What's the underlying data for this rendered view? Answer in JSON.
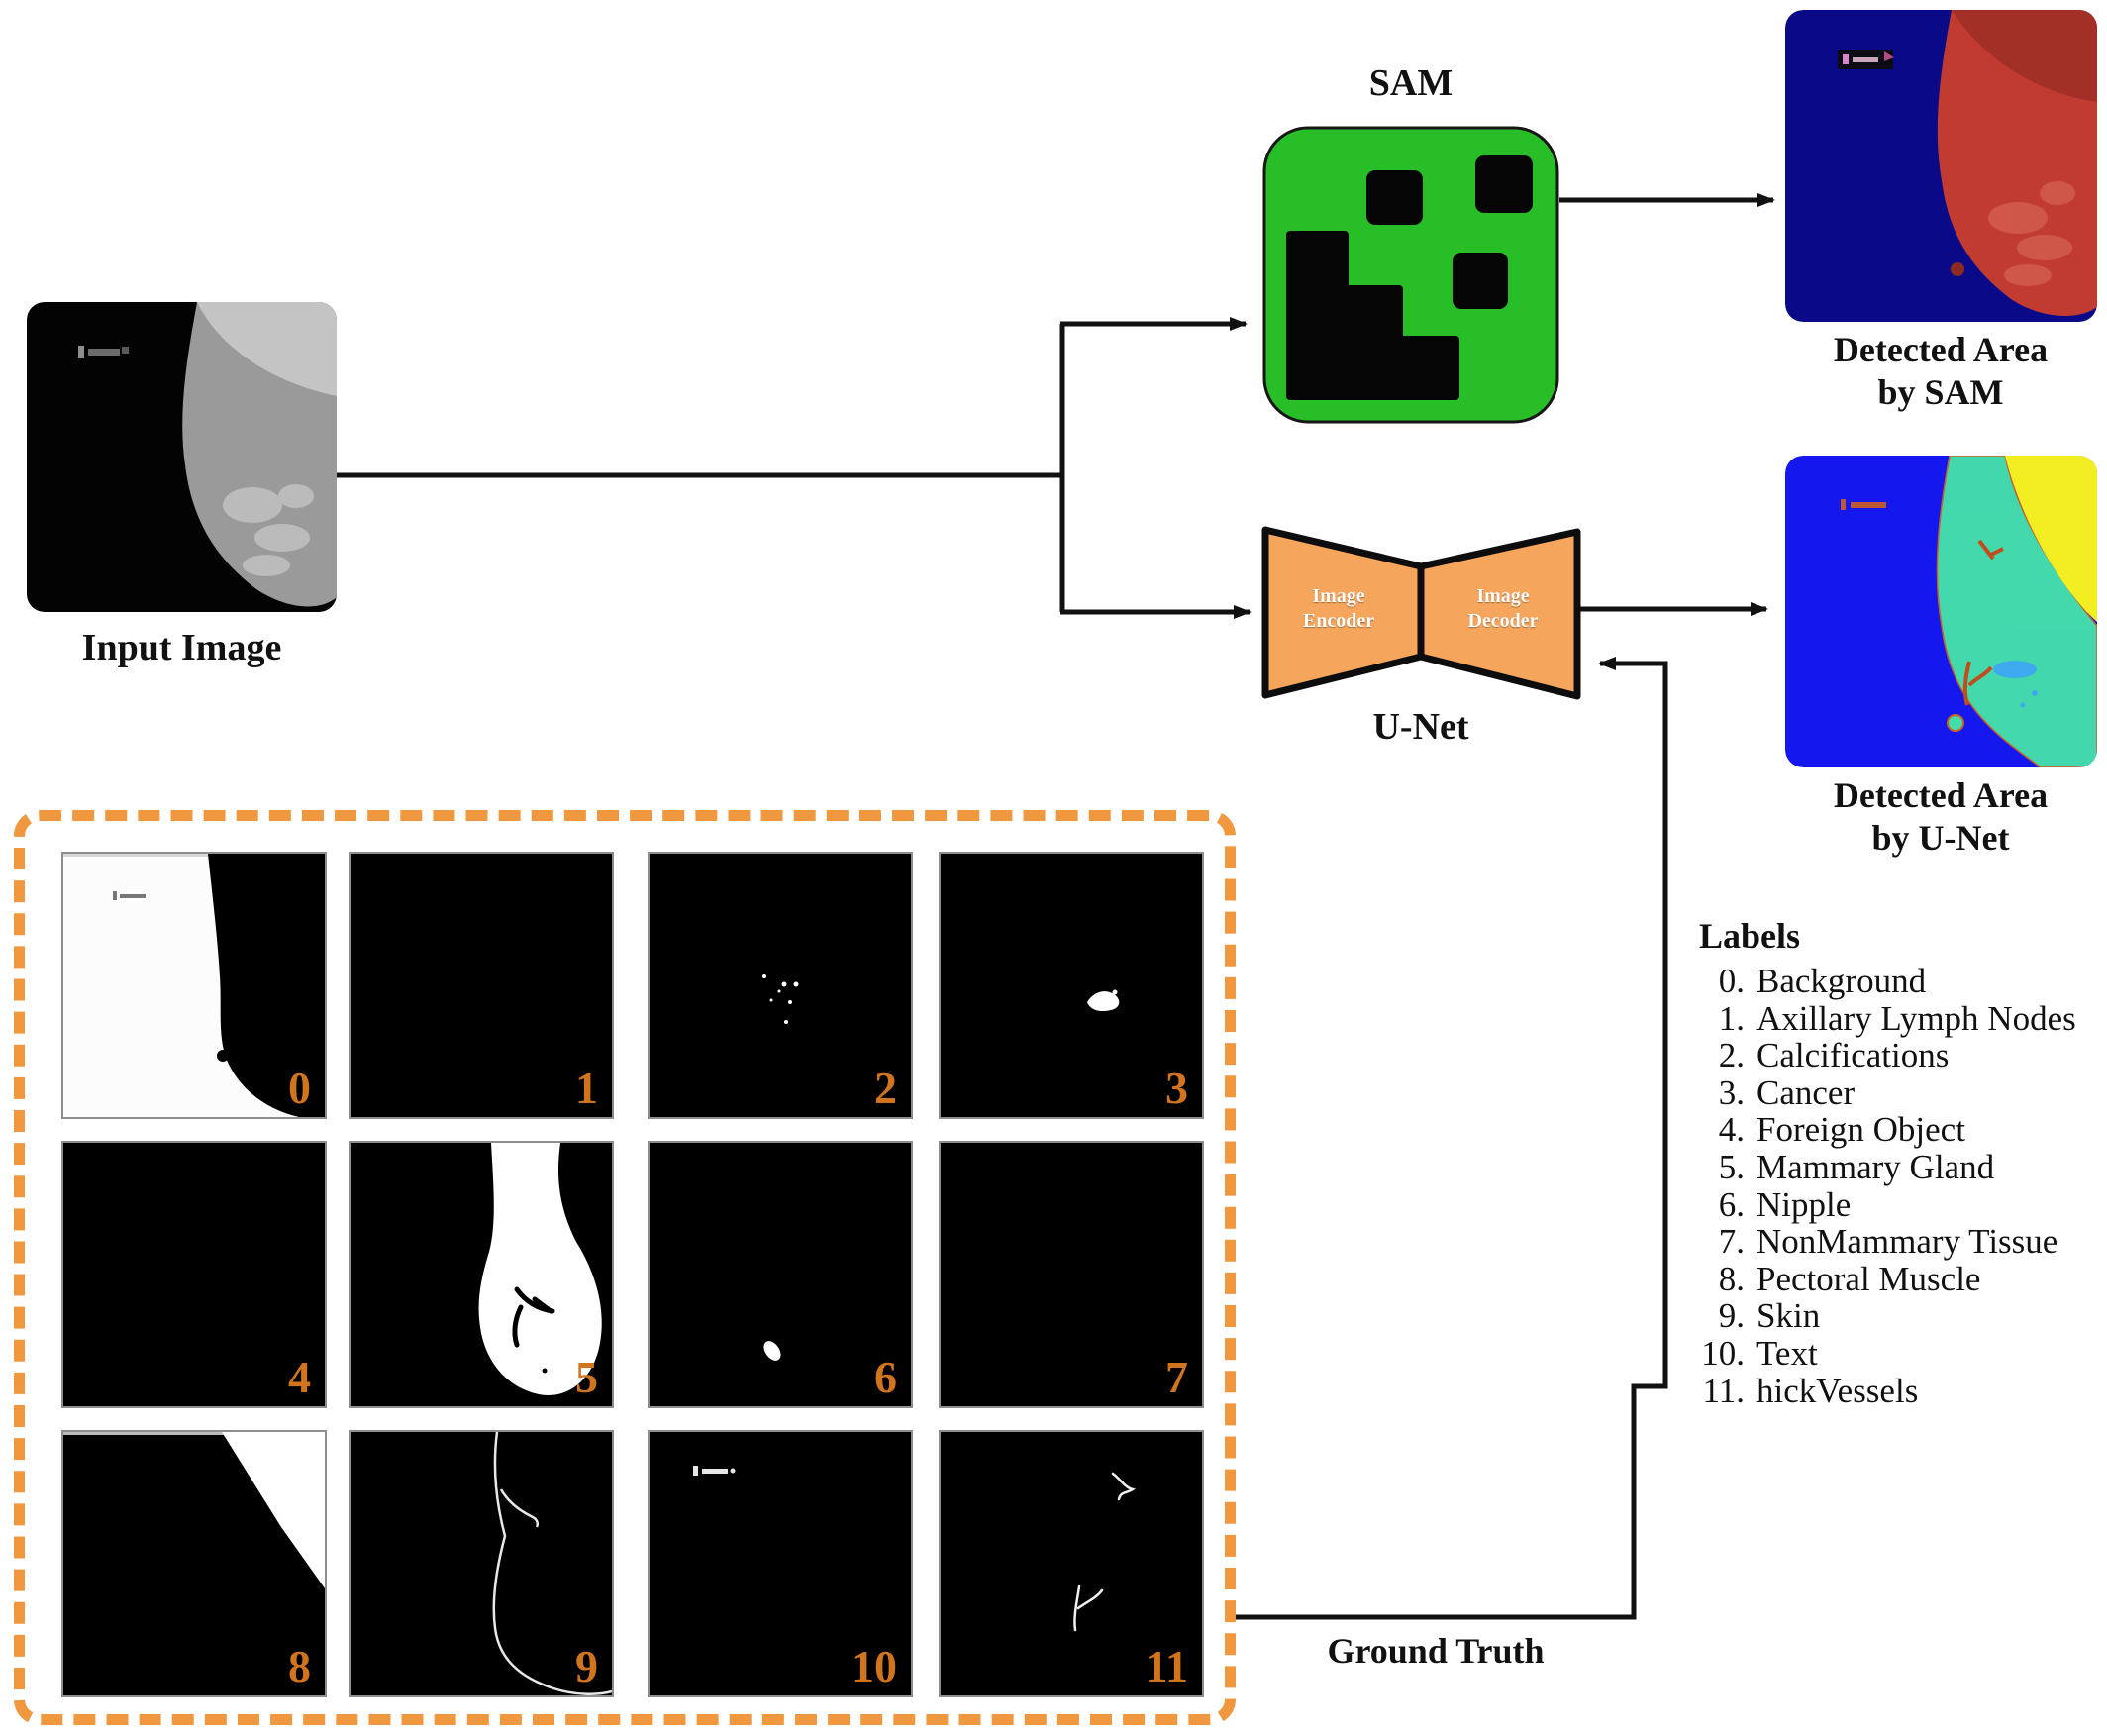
{
  "figure": {
    "input": {
      "caption": "Input Image"
    },
    "sam": {
      "title": "SAM",
      "result_caption": "Detected Area\nby SAM"
    },
    "unet": {
      "encoder_label": "Image\nEncoder",
      "decoder_label": "Image\nDecoder",
      "caption": "U-Net",
      "result_caption": "Detected Area\nby U-Net"
    },
    "ground_truth": {
      "caption": "Ground Truth",
      "tiles": [
        {
          "num": "0"
        },
        {
          "num": "1"
        },
        {
          "num": "2"
        },
        {
          "num": "3"
        },
        {
          "num": "4"
        },
        {
          "num": "5"
        },
        {
          "num": "6"
        },
        {
          "num": "7"
        },
        {
          "num": "8"
        },
        {
          "num": "9"
        },
        {
          "num": "10"
        },
        {
          "num": "11"
        }
      ]
    },
    "labels": {
      "header": "Labels",
      "items": [
        {
          "num": "0.",
          "name": "Background"
        },
        {
          "num": "1.",
          "name": "Axillary Lymph Nodes"
        },
        {
          "num": "2.",
          "name": "Calcifications"
        },
        {
          "num": "3.",
          "name": "Cancer"
        },
        {
          "num": "4.",
          "name": "Foreign Object"
        },
        {
          "num": "5.",
          "name": "Mammary Gland"
        },
        {
          "num": "6.",
          "name": "Nipple"
        },
        {
          "num": "7.",
          "name": "NonMammary Tissue"
        },
        {
          "num": "8.",
          "name": "Pectoral Muscle"
        },
        {
          "num": "9.",
          "name": "Skin"
        },
        {
          "num": "10.",
          "name": "Text"
        },
        {
          "num": "11.",
          "name": "hickVessels"
        }
      ]
    },
    "colors": {
      "sam_green": "#28BE28",
      "unet_orange": "#F5A55C",
      "dashed_box_orange": "#F0983F",
      "tile_number_orange": "#D0741E",
      "sam_result_bg_navy": "#0A0A88",
      "sam_result_breast_red": "#C23B31",
      "unet_result_bg_blue": "#1517EF",
      "unet_result_breast_teal": "#45DCAC",
      "unet_result_corner_yellow": "#F2EE22",
      "arrow_black": "#111111"
    }
  }
}
